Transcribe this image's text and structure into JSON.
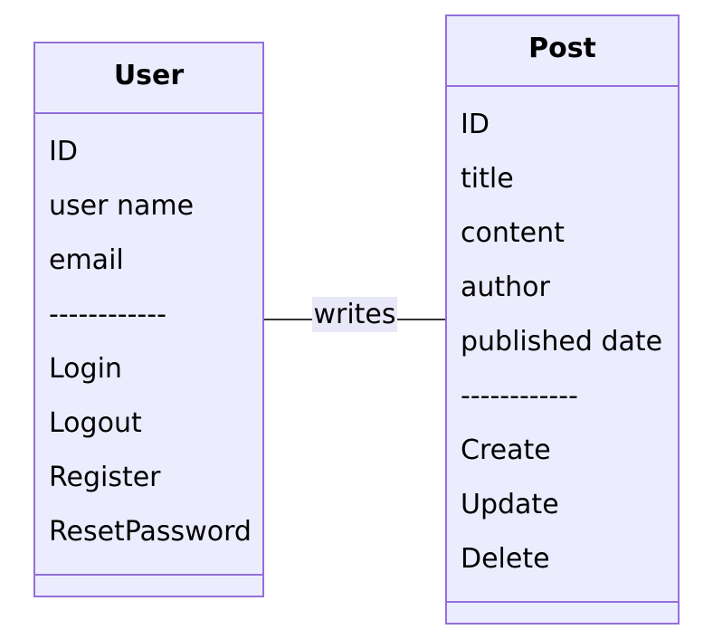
{
  "colors": {
    "box_fill": "#ececff",
    "box_border": "#9370db",
    "relation_line": "#333333",
    "label_background": "#e8e8f8"
  },
  "classes": {
    "user": {
      "name": "User",
      "attributes": [
        "ID",
        "user name",
        "email",
        "------------"
      ],
      "methods": [
        "Login",
        "Logout",
        "Register",
        "ResetPassword"
      ]
    },
    "post": {
      "name": "Post",
      "attributes": [
        "ID",
        "title",
        "content",
        "author",
        "published date",
        "------------"
      ],
      "methods": [
        "Create",
        "Update",
        "Delete"
      ]
    }
  },
  "relationship": {
    "from": "User",
    "to": "Post",
    "label": "writes"
  }
}
